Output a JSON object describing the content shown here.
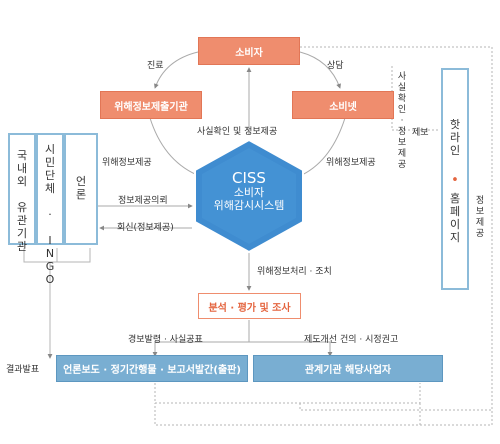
{
  "nodes": {
    "consumer": "소비자",
    "agency": "위해정보제출기관",
    "consumernet": "소비넷",
    "ciss_title": "CISS",
    "ciss_sub1": "소비자",
    "ciss_sub2": "위해감시시스템",
    "analysis": "분석 · 평가 및 조사",
    "press": "언론보도 · 정기간행물 · 보고서발간(출판)",
    "agencies_action": "관계기관 해당사업자"
  },
  "left_boxes": [
    "국내외 유관기관",
    "시민단체 · INGO",
    "언론"
  ],
  "right_box": {
    "top": "핫라인",
    "bottom": "홈페이지"
  },
  "labels": {
    "jinryo": "진료",
    "sangdam": "상담",
    "fact_info": "사실확인 및 정보제공",
    "harm_info_left": "위해정보제공",
    "harm_info_right": "위해정보제공",
    "info_request": "정보제공의뢰",
    "reply": "회신(정보제공)",
    "harm_processing": "위해정보처리 · 조치",
    "info_issue": "경보발령 · 사실공표",
    "policy": "제도개선 건의 · 시정권고",
    "result": "결과발표",
    "report": "제보",
    "fact_check_vertical": "사실확인·정보제공",
    "info_provide_vertical": "정보제공"
  },
  "colors": {
    "orange": "#ef8d6e",
    "blue_hex": "#3f8cd0",
    "blue_box": "#79aed2",
    "light_blue_border": "#8cbbd9"
  }
}
